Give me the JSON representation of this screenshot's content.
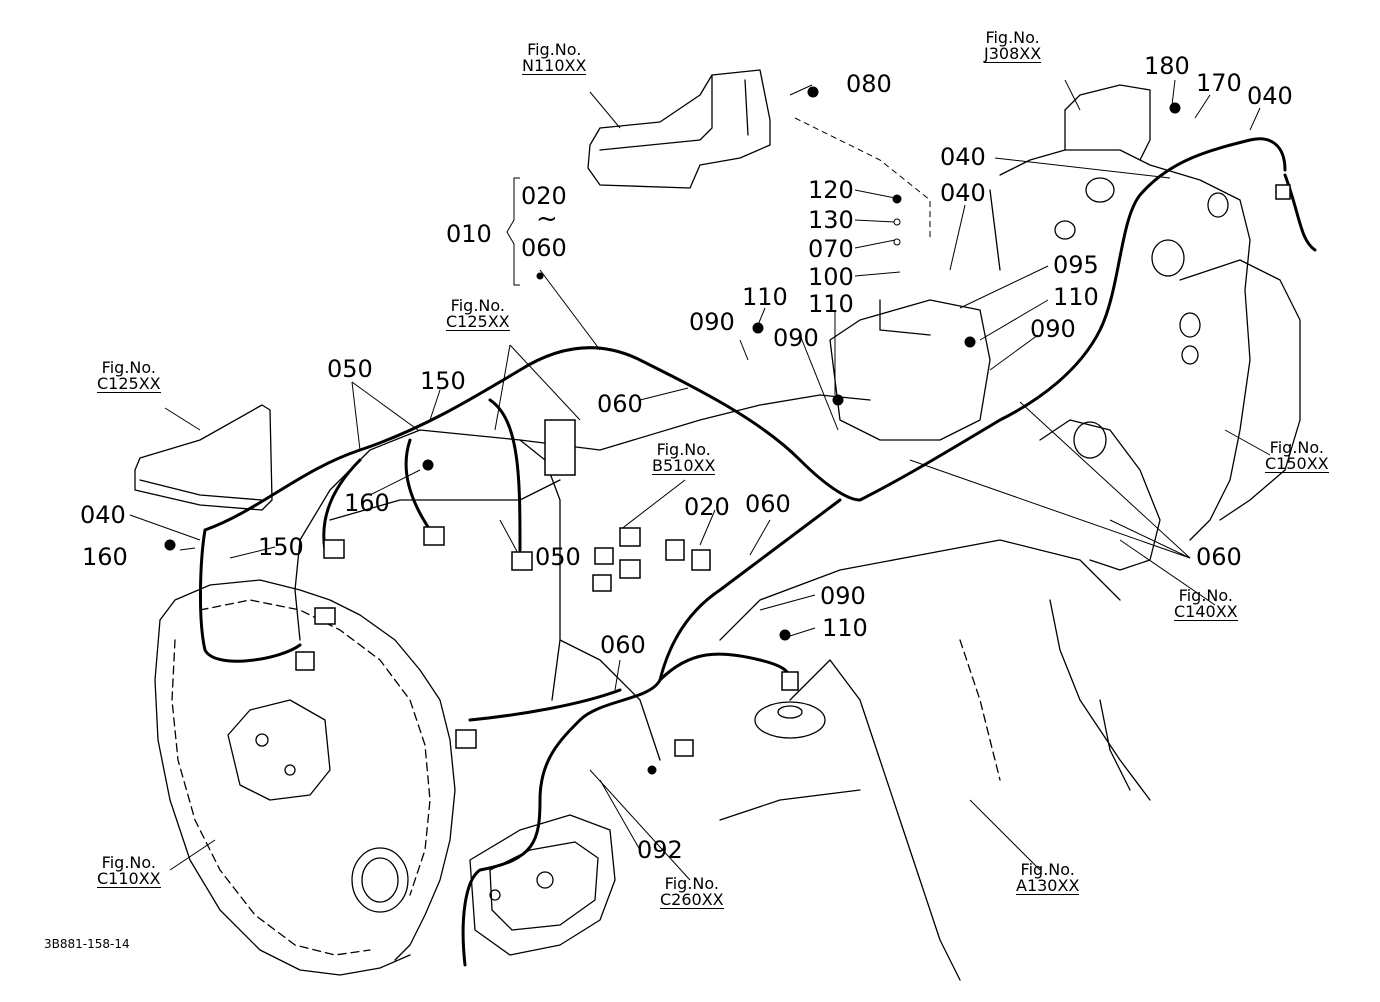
{
  "drawing_id": "3B881-158-14",
  "fig_prefix": "Fig.No.",
  "figure_refs": {
    "n110": "N110XX",
    "j308": "J308XX",
    "c125_top": "C125XX",
    "c125_left": "C125XX",
    "b510": "B510XX",
    "c150": "C150XX",
    "c140": "C140XX",
    "c110": "C110XX",
    "c260": "C260XX",
    "a130": "A130XX"
  },
  "part_labels": {
    "p080": "080",
    "p180": "180",
    "p170": "170",
    "p040_tr": "040",
    "p040_mid": "040",
    "p040_top": "040",
    "p010": "010",
    "p020_range": "020",
    "tilde": "~",
    "p060_range": "060",
    "p120": "120",
    "p130": "130",
    "p070": "070",
    "p100": "100",
    "p095": "095",
    "p110_a": "110",
    "p110_b": "110",
    "p110_c": "110",
    "p110_d": "110",
    "p090_a": "090",
    "p090_b": "090",
    "p090_c": "090",
    "p090_d": "090",
    "p050_a": "050",
    "p050_b": "050",
    "p150_a": "150",
    "p150_b": "150",
    "p160_a": "160",
    "p160_b": "160",
    "p040_left": "040",
    "p060_a": "060",
    "p060_b": "060",
    "p060_c": "060",
    "p060_d": "060",
    "p020": "020",
    "p092": "092"
  }
}
